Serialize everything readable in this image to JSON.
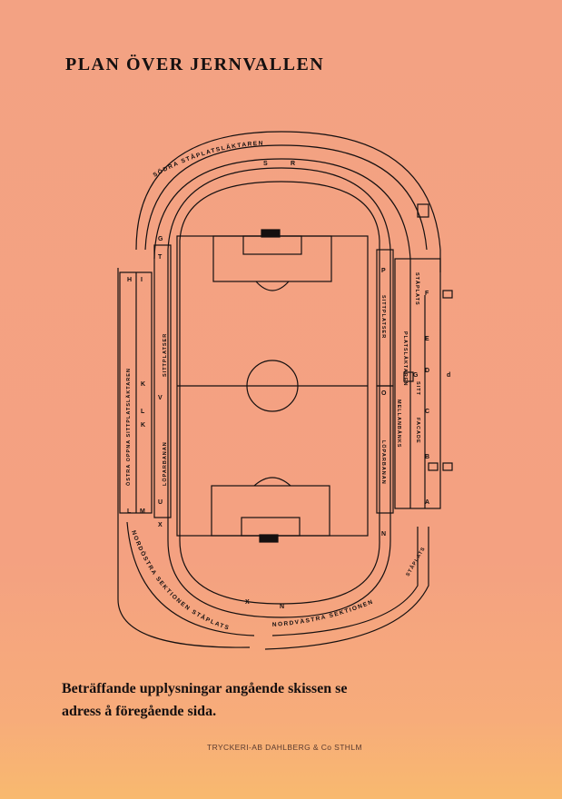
{
  "title": "PLAN ÖVER JERNVALLEN",
  "plan": {
    "stand_north": "SÖDRA STÅPLATSLÄKTAREN",
    "stand_sw": "NORDÖSTRA SEKTIONEN STÅPLATS",
    "stand_se": "NORDVÄSTRA SEKTIONEN",
    "stand_se_staplats": "STÅPLATS",
    "east_sitt": "ÖSTRA OPPNA SITTPLATSLÄKTAREN",
    "west_left_sitt": "SITTPLATSER",
    "west_right_sitt": "SITTPLATSER",
    "lopar_left": "LÖPARBANAN",
    "lopar_right": "LÖPARBANAN",
    "mellan": "MELLANBÄNKS",
    "facade": "FACADE",
    "sitt_small": "SITT",
    "platsl": "PLATSLÄKTAREN",
    "staplats_right": "STÅPLATS",
    "labels_left": [
      "T",
      "K",
      "V",
      "L",
      "K",
      "M",
      "L",
      "U",
      "H",
      "I",
      "X"
    ],
    "labels_right": [
      "P",
      "O",
      "N",
      "A",
      "B",
      "C",
      "D",
      "E",
      "F",
      "G"
    ],
    "labels_top": [
      "S",
      "R",
      "G"
    ],
    "labels_bottom": [
      "X",
      "N"
    ],
    "gate_letter": "d"
  },
  "note": {
    "line1": "Beträffande upplysningar angående skissen se",
    "line2": "adress å föregående sida."
  },
  "printer": "TRYCKERI-AB DAHLBERG & Co STHLM"
}
